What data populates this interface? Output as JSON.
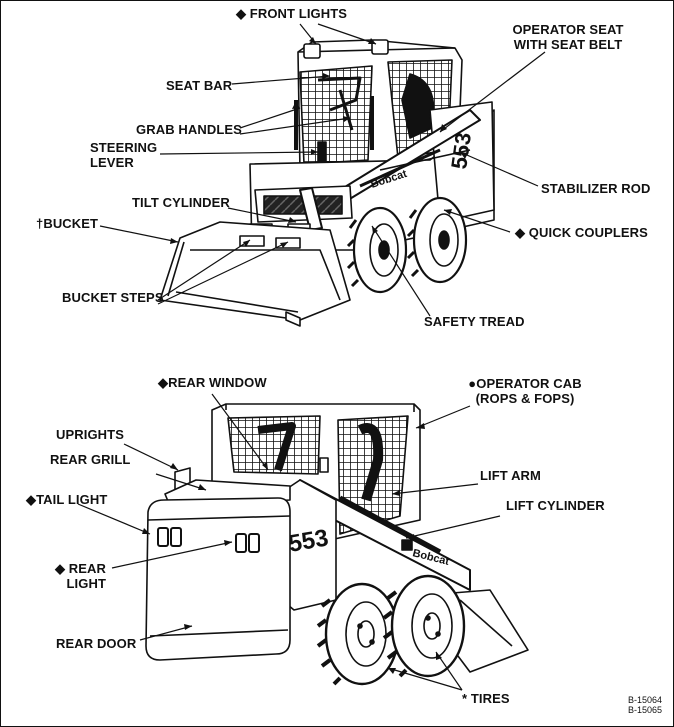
{
  "diagram": {
    "top_labels": {
      "front_lights": "◆ FRONT LIGHTS",
      "operator_seat_line1": "OPERATOR SEAT",
      "operator_seat_line2": "WITH SEAT BELT",
      "seat_bar": "SEAT BAR",
      "grab_handles": "GRAB HANDLES",
      "steering_line1": "STEERING",
      "steering_line2": "LEVER",
      "stabilizer_rod": "STABILIZER ROD",
      "tilt_cylinder": "TILT CYLINDER",
      "bucket": "†BUCKET",
      "quick_couplers": "◆ QUICK COUPLERS",
      "bucket_steps": "BUCKET STEPS",
      "safety_tread": "SAFETY TREAD"
    },
    "bottom_labels": {
      "rear_window": "◆REAR WINDOW",
      "operator_cab_line1": "●OPERATOR CAB",
      "operator_cab_line2": "(ROPS & FOPS)",
      "uprights": "UPRIGHTS",
      "rear_grill": "REAR GRILL",
      "lift_arm": "LIFT ARM",
      "tail_light": "◆TAIL LIGHT",
      "lift_cylinder": "LIFT CYLINDER",
      "rear_light_line1": "◆  REAR",
      "rear_light_line2": "LIGHT",
      "rear_door": "REAR DOOR",
      "tires": "* TIRES"
    },
    "machine_marks": {
      "model_front": "553",
      "brand_front": "Bobcat",
      "model_rear": "553",
      "brand_rear": "Bobcat"
    },
    "figure_refs": {
      "ref1": "B-15064",
      "ref2": "B-15065"
    }
  }
}
